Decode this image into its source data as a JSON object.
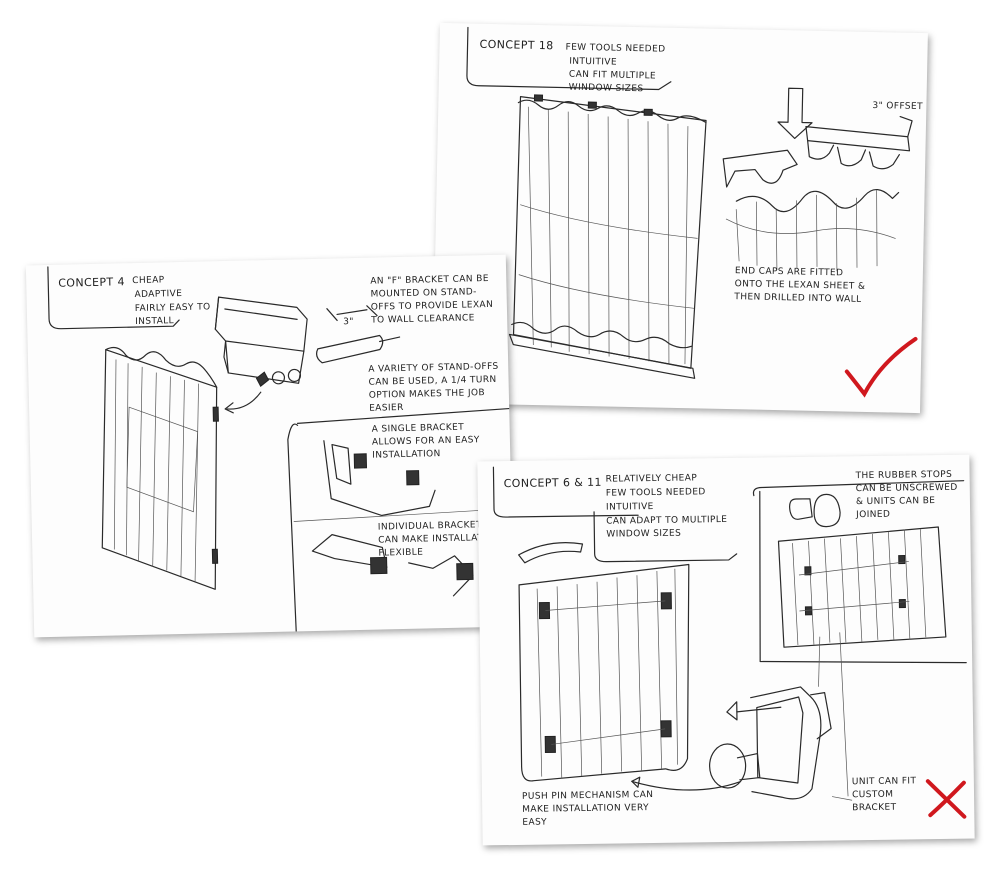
{
  "colors": {
    "paper": "#fdfdfd",
    "ink": "#222222",
    "approve": "#d0181e",
    "reject": "#d0181e"
  },
  "sheets": {
    "concept18": {
      "title": "Concept 18",
      "arrow_note": "Few tools needed",
      "bullets": [
        "Intuitive",
        "Can fit multiple window sizes"
      ],
      "offset_label": "3\" offset",
      "end_caps_note": "End caps are fitted onto the lexan sheet & then drilled into wall",
      "verdict_icon": "check-mark-icon"
    },
    "concept4": {
      "title": "Concept 4",
      "arrow_note": "Cheap",
      "bullets": [
        "Adaptive",
        "Fairly easy to install"
      ],
      "dimension_label": "3\"",
      "notes": [
        "An \"F\" bracket can be mounted on stand-offs to provide lexan to wall clearance",
        "A variety of stand-offs can be used, a 1/4 turn option makes the job easier",
        "A single bracket allows for an easy installation",
        "Individual brackets can make installation flexible"
      ]
    },
    "concept611": {
      "title": "Concept 6 & 11",
      "arrow_note": "Relatively cheap",
      "bullets": [
        "Few tools needed",
        "Intuitive",
        "Can adapt to multiple window sizes"
      ],
      "rubber_note": "The rubber stops can be unscrewed & units can be joined",
      "pushpin_note": "Push pin mechanism can make installation very easy",
      "unit_note": "Unit can fit custom bracket",
      "verdict_icon": "x-mark-icon"
    }
  }
}
